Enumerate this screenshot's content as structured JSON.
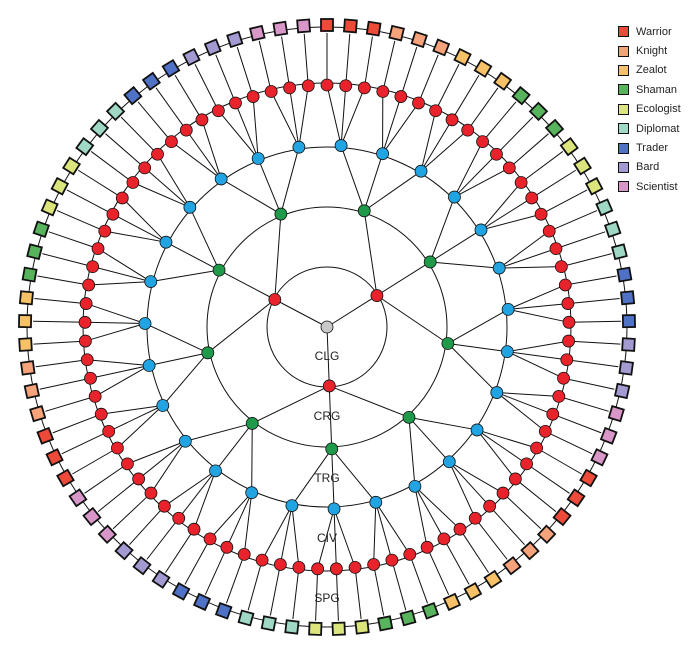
{
  "ring_labels": [
    "CLG",
    "CRG",
    "TRG",
    "CIV",
    "SPG"
  ],
  "legend": [
    {
      "label": "Warrior",
      "color": "#ee4a3a"
    },
    {
      "label": "Knight",
      "color": "#f6a37c"
    },
    {
      "label": "Zealot",
      "color": "#f7c168"
    },
    {
      "label": "Shaman",
      "color": "#57b35c"
    },
    {
      "label": "Ecologist",
      "color": "#dbe57c"
    },
    {
      "label": "Diplomat",
      "color": "#9fd9c6"
    },
    {
      "label": "Trader",
      "color": "#4f72c7"
    },
    {
      "label": "Bard",
      "color": "#a49ad2"
    },
    {
      "label": "Scientist",
      "color": "#d897c8"
    }
  ],
  "node_colors": {
    "red": "#e8232b",
    "green": "#1f9a4a",
    "blue": "#22a4e2",
    "root": "#c9c9c9"
  }
}
